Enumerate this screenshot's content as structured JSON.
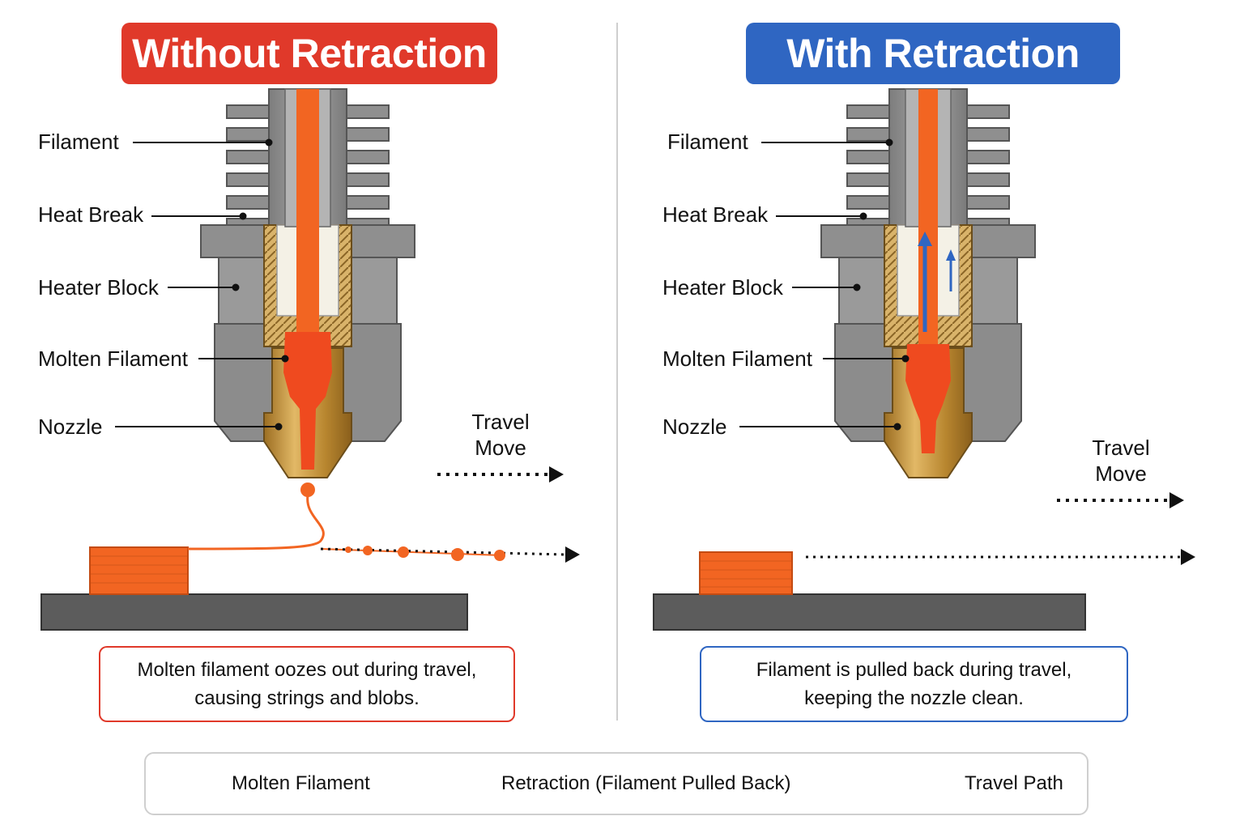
{
  "panels": {
    "left": {
      "title": "Without Retraction",
      "labels": {
        "filament": "Filament",
        "heat_break": "Heat Break",
        "heater_block": "Heater Block",
        "molten_filament": "Molten Filament",
        "nozzle": "Nozzle"
      },
      "travel_line1": "Travel",
      "travel_line2": "Move",
      "caption_line1": "Molten filament oozes out during travel,",
      "caption_line2": "causing strings and blobs.",
      "accent_color": "#e0392a"
    },
    "right": {
      "title": "With Retraction",
      "labels": {
        "filament": "Filament",
        "heat_break": "Heat Break",
        "heater_block": "Heater Block",
        "molten_filament": "Molten Filament",
        "nozzle": "Nozzle"
      },
      "travel_line1": "Travel",
      "travel_line2": "Move",
      "caption_line1": "Filament is pulled back during travel,",
      "caption_line2": "keeping the nozzle clean.",
      "accent_color": "#2f66c2"
    }
  },
  "legend": {
    "molten_filament": "Molten Filament",
    "retraction": "Retraction (Filament Pulled Back)",
    "travel_path": "Travel Path"
  },
  "colors": {
    "filament": "#f26522",
    "metal": "#8c8c8c",
    "brass": "#c9983e",
    "bed": "#5c5c5c",
    "retraction_arrow": "#2f66c2"
  }
}
